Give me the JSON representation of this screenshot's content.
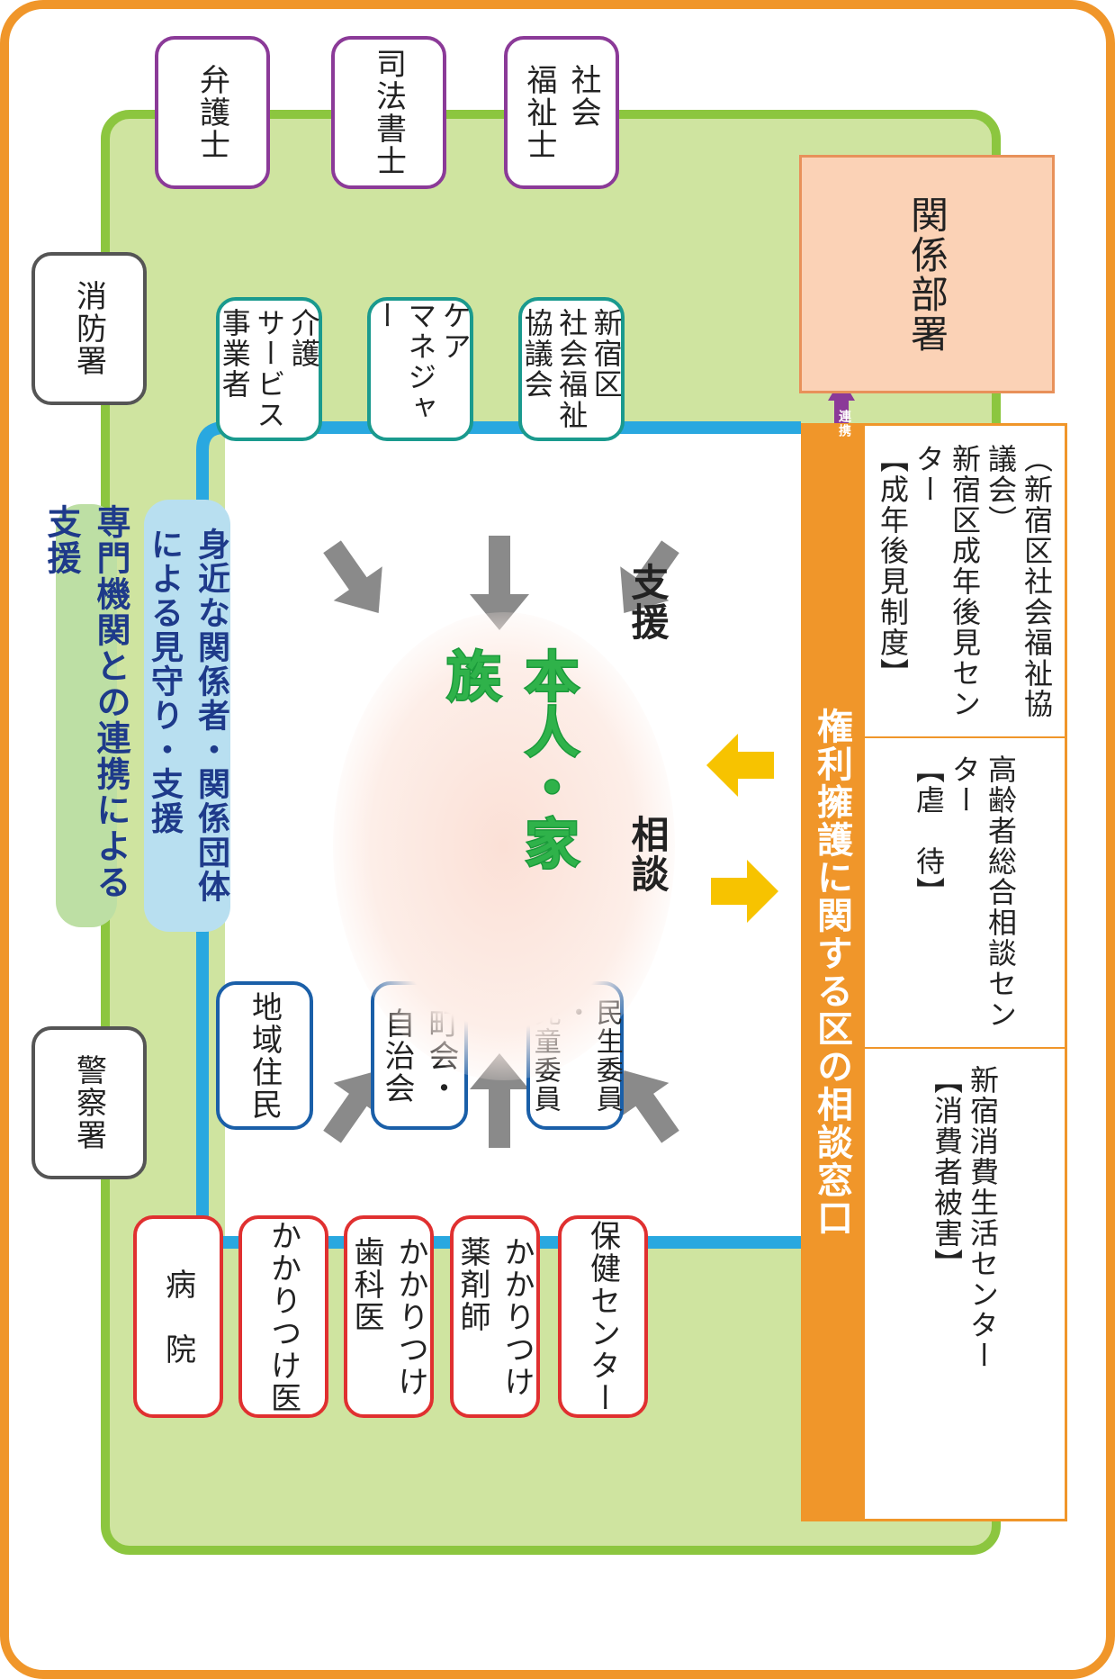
{
  "outer": {
    "grey_top": "消防署",
    "grey_bottom": "警察署",
    "purple": [
      "弁護士",
      "司法書士",
      "社会\n福祉士"
    ],
    "red": [
      "病　院",
      "かかりつけ医",
      "かかりつけ\n歯科医",
      "かかりつけ\n薬剤師",
      "保健センター"
    ]
  },
  "captions": {
    "specialist": "専門機関との連携による支援",
    "community": "身近な関係者・関係団体\nによる見守り・支援"
  },
  "teal": [
    "介護\nサービス\n事業者",
    "ケア\nマネジャー",
    "新宿区\n社会福祉\n協議会"
  ],
  "blue": [
    "地域住民",
    "町会・\n自治会",
    "民生委員\n・\n児童委員"
  ],
  "center": {
    "title": "本人・家族",
    "consult": "相談",
    "support": "支援"
  },
  "window": {
    "title": "権利擁護に関する区の相談窓口",
    "sections": [
      {
        "heading": "【成年後見制度】",
        "lines": [
          "新宿区成年後見センター",
          "（新宿区社会福祉協議会）"
        ]
      },
      {
        "heading": "【虐　待】",
        "lines": [
          "高齢者総合相談センター"
        ]
      },
      {
        "heading": "【消費者被害】",
        "lines": [
          "新宿消費生活センター"
        ]
      }
    ],
    "link_label": "連携"
  },
  "department": "関係部署",
  "colors": {
    "orange": "#f0962a",
    "green": "#8cc63f",
    "light_green": "#cfe4a0",
    "blue": "#1a5fa8",
    "teal": "#1a9a8e",
    "purple": "#8b3a98",
    "red": "#e03030",
    "arrow_yellow": "#f7c300",
    "arrow_grey": "#8a8a8a",
    "link_green": "#1a9a5a"
  }
}
